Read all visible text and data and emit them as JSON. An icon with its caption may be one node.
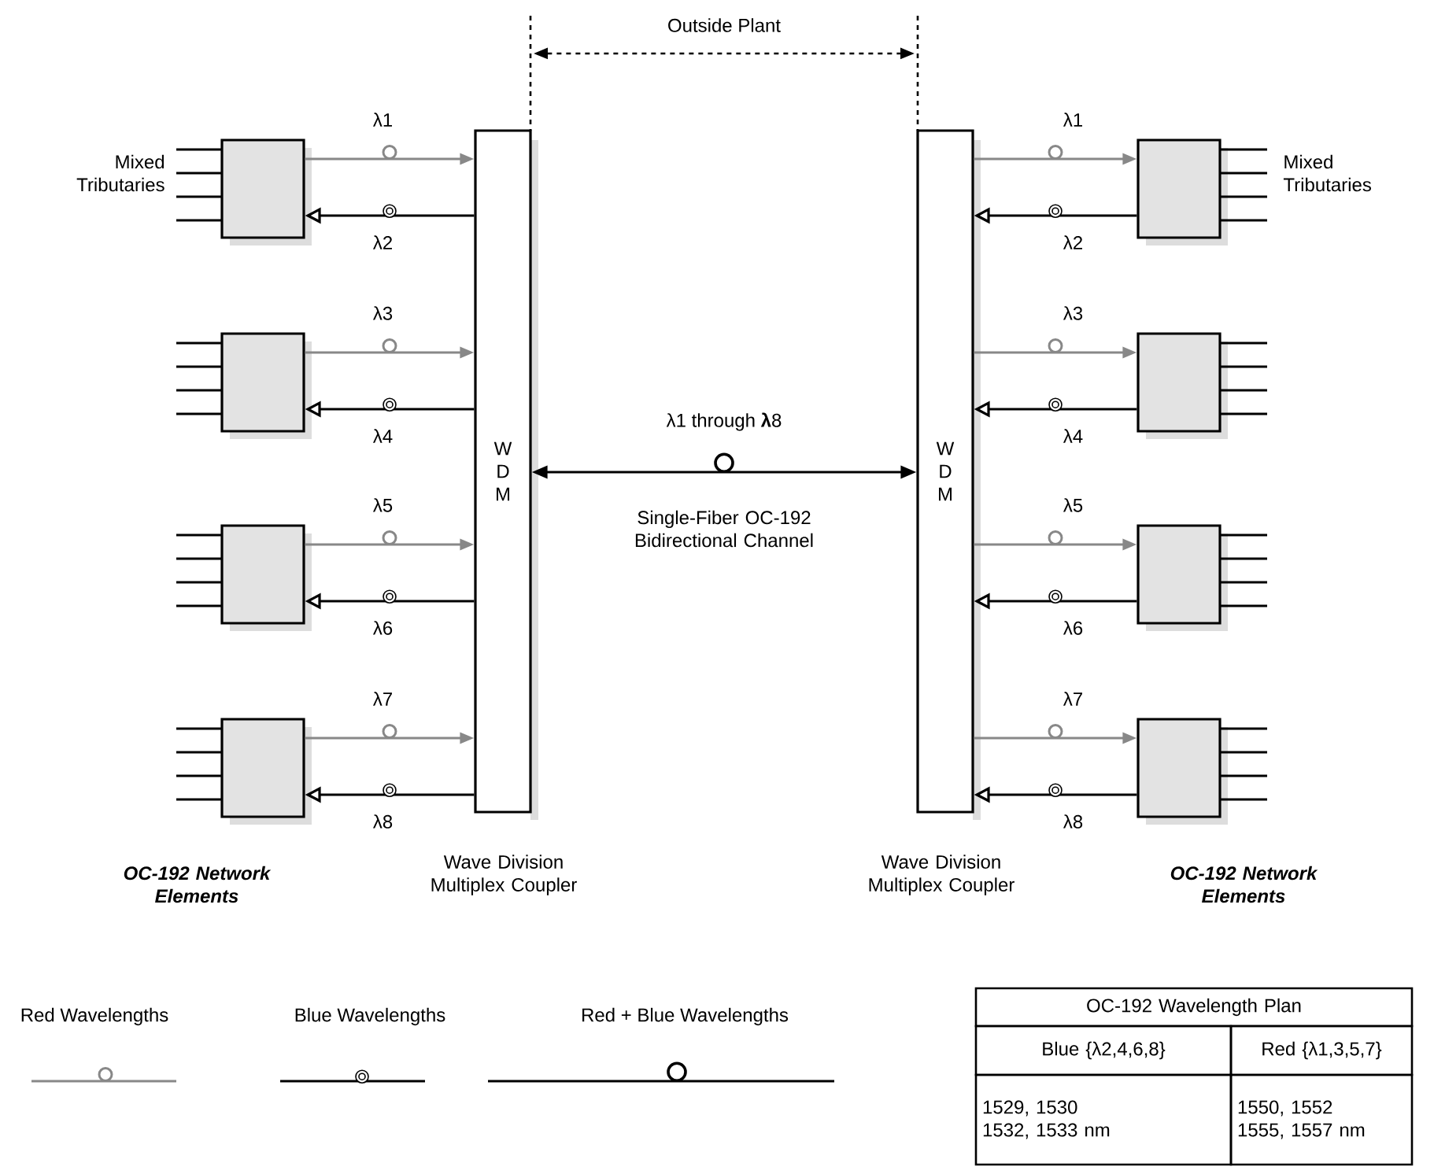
{
  "diagram": {
    "nodes": [
      {
        "text": [
          "W D M"
        ],
        "beside": [
          "Wave Division Multiplex Coupler"
        ]
      },
      {
        "text": [
          "W D M"
        ],
        "beside": [
          "Wave Division Multiplex Coupler"
        ]
      },
      {
        "text": [],
        "shape": "box",
        "beside": [
          "Mixed Tributaries"
        ]
      },
      {
        "text": [],
        "shape": "box"
      },
      {
        "text": [],
        "shape": "box"
      },
      {
        "text": [],
        "shape": "box"
      },
      {
        "text": [],
        "shape": "box",
        "beside": [
          "Mixed Tributaries"
        ]
      },
      {
        "text": [],
        "shape": "box"
      },
      {
        "text": [],
        "shape": "box"
      },
      {
        "text": [],
        "shape": "box"
      }
    ],
    "edges": [
      {
        "from": 2,
        "to": 0,
        "arrow": "to",
        "label": "λ1",
        "color": "#888888"
      },
      {
        "from": 0,
        "to": 2,
        "arrow": "to",
        "label": "λ2"
      },
      {
        "from": 3,
        "to": 0,
        "arrow": "to",
        "label": "λ3",
        "color": "#888888"
      },
      {
        "from": 0,
        "to": 3,
        "arrow": "to",
        "label": "λ4"
      },
      {
        "from": 4,
        "to": 0,
        "arrow": "to",
        "label": "λ5",
        "color": "#888888"
      },
      {
        "from": 0,
        "to": 4,
        "arrow": "to",
        "label": "λ6"
      },
      {
        "from": 5,
        "to": 0,
        "arrow": "to",
        "label": "λ7",
        "color": "#888888"
      },
      {
        "from": 0,
        "to": 5,
        "arrow": "to",
        "label": "λ8"
      },
      {
        "from": 1,
        "to": 6,
        "arrow": "to",
        "label": "λ1",
        "color": "#888888"
      },
      {
        "from": 6,
        "to": 1,
        "arrow": "to",
        "label": "λ2"
      },
      {
        "from": 1,
        "to": 7,
        "arrow": "to",
        "label": "λ3",
        "color": "#888888"
      },
      {
        "from": 7,
        "to": 1,
        "arrow": "to",
        "label": "λ4"
      },
      {
        "from": 1,
        "to": 8,
        "arrow": "to",
        "label": "λ5",
        "color": "#888888"
      },
      {
        "from": 8,
        "to": 1,
        "arrow": "to",
        "label": "λ6"
      },
      {
        "from": 1,
        "to": 9,
        "arrow": "to",
        "label": "λ7",
        "color": "#888888"
      },
      {
        "from": 9,
        "to": 1,
        "arrow": "to",
        "label": "λ8"
      },
      {
        "from": 0,
        "to": 1,
        "arrow": "both",
        "label": "λ1 through **λ**8"
      }
    ],
    "labels": [
      "Outside Plant",
      "Single-Fiber OC-192 Bidirectional Channel",
      "OC-192 Network Elements",
      "OC-192 Network Elements",
      "OC-192 Wavelength Plan",
      "Blue {λ2,4,6,8}",
      "Red {λ1,3,5,7}",
      "1529, 1530 1532, 1533 nm",
      "1550, 1552 1555, 1557 nm"
    ],
    "legend": [
      {
        "text": "Red Wavelengths"
      },
      {
        "text": "Blue Wavelengths"
      },
      {
        "text": "Red + Blue Wavelengths"
      }
    ]
  }
}
